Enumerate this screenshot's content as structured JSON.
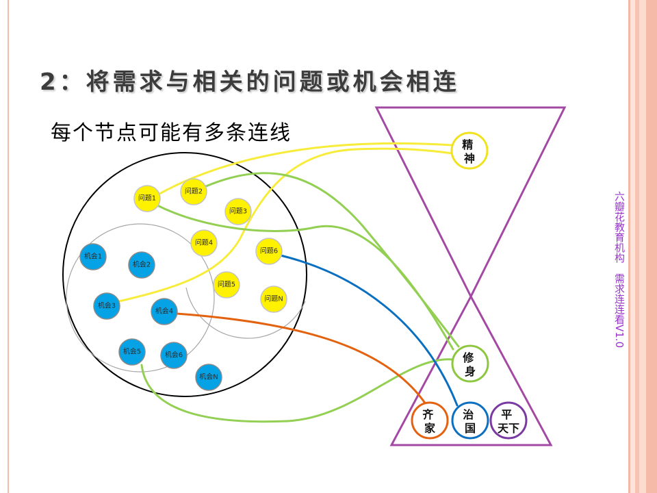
{
  "slide": {
    "title": "2：将需求与相关的问题或机会相连",
    "subtitle": "每个节点可能有多条连线",
    "side_caption": "六瓣花教育机构　需求连连看V1.0"
  },
  "diagram": {
    "problem_nodes": [
      "问题1",
      "问题2",
      "问题3",
      "问题4",
      "问题6",
      "问题5",
      "问题N"
    ],
    "opportunity_nodes": [
      "机会1",
      "机会2",
      "机会3",
      "机会4",
      "机会5",
      "机会6",
      "机会N"
    ],
    "levels": [
      {
        "lines": [
          "精",
          "神"
        ],
        "color": "#F0E21E"
      },
      {
        "lines": [
          "修",
          "身"
        ],
        "color": "#8DC63F"
      },
      {
        "lines": [
          "齐",
          "家"
        ],
        "color": "#E4610F"
      },
      {
        "lines": [
          "治",
          "国"
        ],
        "color": "#0C6FC0"
      },
      {
        "lines": [
          "平",
          "天下"
        ],
        "color": "#7A3AA2"
      }
    ]
  },
  "colors": {
    "hourglass": "#A349A4",
    "field_circle": "#000000",
    "group_circle": "#A6A6A6",
    "problem_fill": "#FFF200",
    "problem_stroke": "#C4C4C4",
    "opportunity_fill": "#05A3E6",
    "opportunity_stroke": "#8A8A8A",
    "link_yellow": "#F7EC3A",
    "link_green": "#92CF52",
    "link_blue": "#0B6FC0",
    "link_orange": "#E3620F"
  }
}
